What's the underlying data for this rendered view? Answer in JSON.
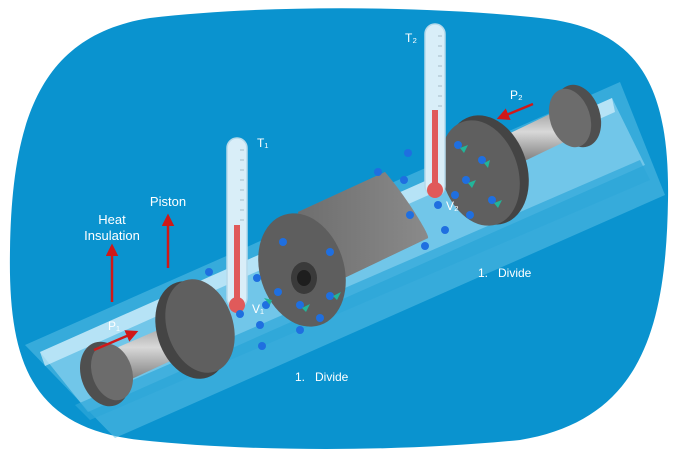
{
  "labels": {
    "heat_insulation_line1": "Heat",
    "heat_insulation_line2": "Insulation",
    "piston": "Piston",
    "t1": "T₁",
    "t2": "T₂",
    "p1": "P₁",
    "p2": "P₂",
    "v1": "V₁",
    "v2": "V₂",
    "divide_left": "1.   Divide",
    "divide_right": "1.   Divide"
  },
  "colors": {
    "background": "#0a93cf",
    "tube": "#8fd4ef",
    "piston": "#5f5f5f",
    "arrow": "#d01818",
    "thermometer_fluid": "#e05a5a",
    "molecule": "#1f6fe0",
    "molecule_tail": "#21b59a"
  }
}
